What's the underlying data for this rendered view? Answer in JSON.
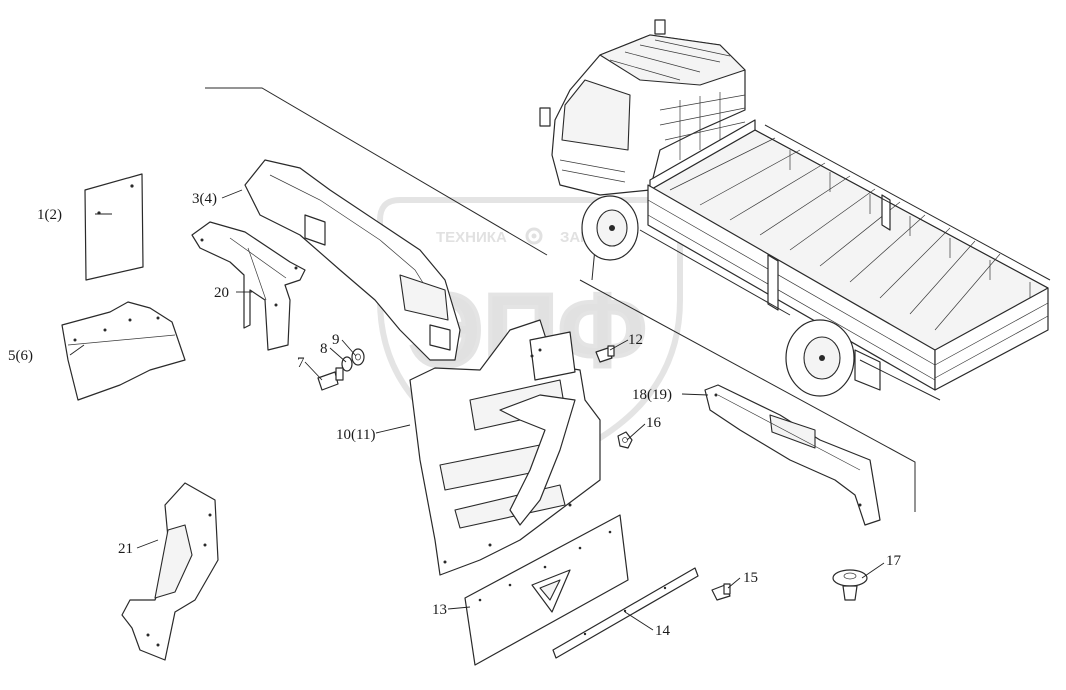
{
  "watermark": {
    "left_text": "ТЕХНИКА",
    "right_text": "ЗАП",
    "logo_text": "ЭПФ",
    "gear_icon": "gear-icon"
  },
  "callouts": [
    {
      "id": "1(2)"
    },
    {
      "id": "3(4)"
    },
    {
      "id": "5(6)"
    },
    {
      "id": "7"
    },
    {
      "id": "8"
    },
    {
      "id": "9"
    },
    {
      "id": "10(11)"
    },
    {
      "id": "12"
    },
    {
      "id": "13"
    },
    {
      "id": "14"
    },
    {
      "id": "15"
    },
    {
      "id": "16"
    },
    {
      "id": "17"
    },
    {
      "id": "18(19)"
    },
    {
      "id": "20"
    },
    {
      "id": "21"
    }
  ]
}
